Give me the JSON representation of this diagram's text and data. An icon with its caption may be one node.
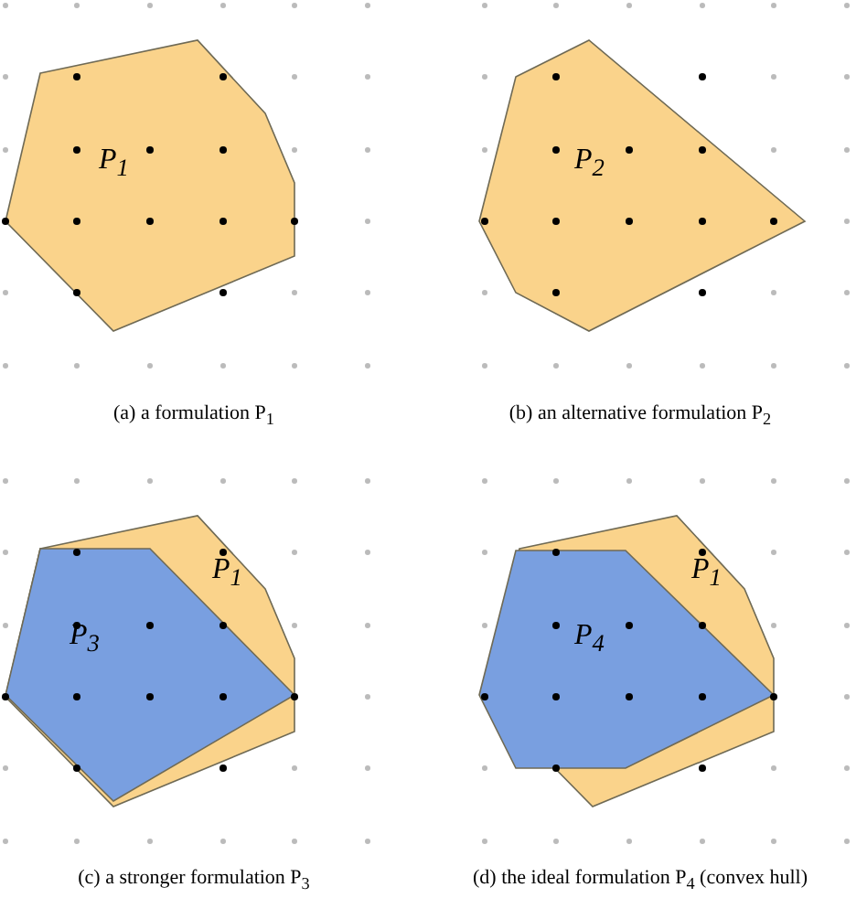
{
  "diagram": {
    "nodes": [
      {
        "text": [
          "P$_{1}$"
        ]
      },
      {
        "text": [
          "P$_{2}$"
        ]
      },
      {
        "text": [
          "P$_{1}$"
        ]
      },
      {
        "text": [
          "P$_{3}$"
        ],
        "in": 2
      },
      {
        "text": [
          "P$_{1}$"
        ]
      },
      {
        "text": [
          "P$_{4}$"
        ],
        "in": 4
      }
    ],
    "labels": [
      "(a) a formulation P$_{1}$",
      "(b) an alternative formulation P$_{2}$",
      "(c) a stronger formulation P$_{3}$",
      "(d) the ideal formulation P$_{4}$ (convex hull)"
    ]
  }
}
